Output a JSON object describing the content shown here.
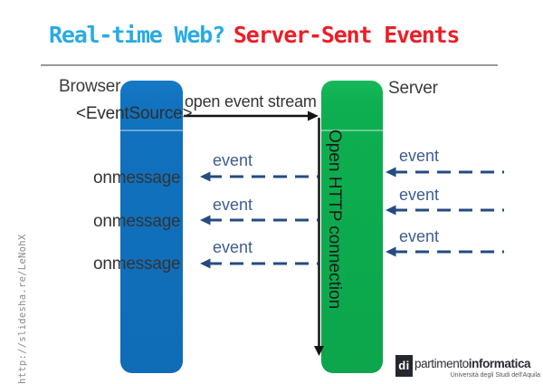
{
  "slide": {
    "title": {
      "left": "Real-time Web?",
      "right": "Server-Sent Events"
    },
    "source_url": "http://slidesha.re/LeNohX"
  },
  "diagram": {
    "browser": {
      "label": "Browser",
      "api_label": "<EventSource>",
      "callback_labels": [
        "onmessage",
        "onmessage",
        "onmessage"
      ]
    },
    "server": {
      "label": "Server"
    },
    "open_event_stream_label": "open event stream",
    "open_http_connection_label": "Open HTTP connection",
    "left_event_labels": [
      "event",
      "event",
      "event"
    ],
    "right_event_labels": [
      "event",
      "event",
      "event"
    ]
  },
  "logo": {
    "prefix": "di",
    "name_regular": "partimento",
    "name_bold": "informatica",
    "subtitle": "Università degli Studi dell'Aquila"
  },
  "colors": {
    "title_left": "#29ABE2",
    "title_right": "#EC1E27",
    "browser_bar": "#1172BF",
    "server_bar": "#0DAF50",
    "black_arrow": "#141414",
    "event_arrow": "#254B80",
    "event_text": "#3E5C95",
    "label_text": "#3B3B3B",
    "url_text": "#8A8A8A"
  }
}
